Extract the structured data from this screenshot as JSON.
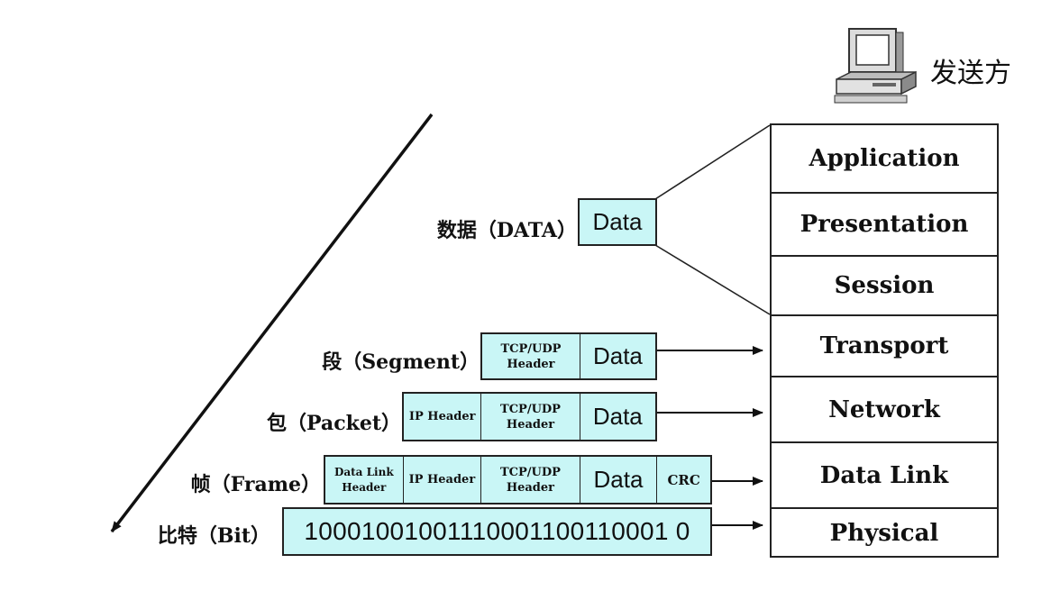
{
  "sender_label": "发送方",
  "layers": [
    "Application",
    "Presentation",
    "Session",
    "Transport",
    "Network",
    "Data Link",
    "Physical"
  ],
  "units": {
    "data": {
      "label": "数据（DATA）",
      "data": "Data"
    },
    "segment": {
      "label": "段（Segment）",
      "tcp_header": "TCP/UDP Header",
      "data": "Data"
    },
    "packet": {
      "label": "包（Packet）",
      "ip_header": "IP Header",
      "tcp_header": "TCP/UDP Header",
      "data": "Data"
    },
    "frame": {
      "label": "帧（Frame）",
      "dl_header": "Data Link Header",
      "ip_header": "IP Header",
      "tcp_header": "TCP/UDP Header",
      "data": "Data",
      "crc": "CRC"
    },
    "bit": {
      "label": "比特（Bit）",
      "bits": "10001001001110001100110001 0"
    }
  },
  "colors": {
    "pdu_fill": "#c9f6f6",
    "line": "#222222"
  }
}
